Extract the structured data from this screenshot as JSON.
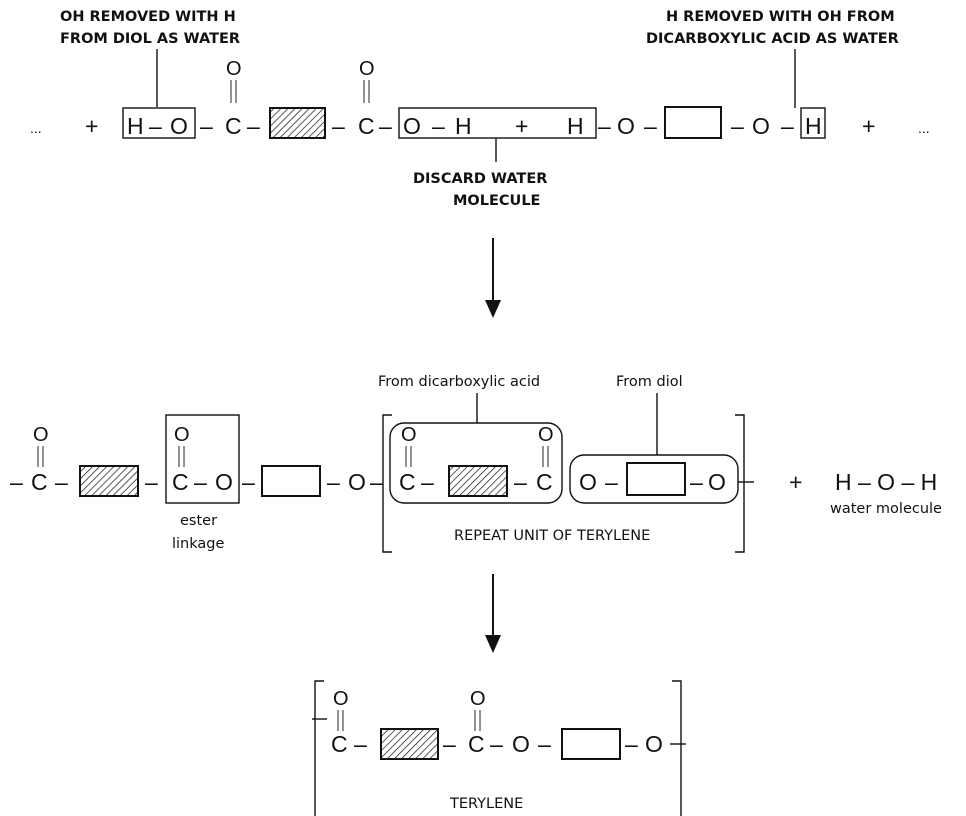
{
  "annotations": {
    "oh_removed": [
      "OH REMOVED WITH H",
      "FROM DIOL AS WATER"
    ],
    "h_removed": [
      "H REMOVED WITH OH FROM",
      "DICARBOXYLIC ACID AS WATER"
    ],
    "discard_water": [
      "DISCARD WATER",
      "MOLECULE"
    ],
    "from_dicarboxylic_acid": "From dicarboxylic acid",
    "from_diol": "From diol",
    "ester_linkage": [
      "ester",
      "linkage"
    ],
    "repeat_unit": "REPEAT UNIT OF TERYLENE",
    "water_molecule": "water molecule",
    "terylene": "TERYLENE"
  },
  "symbols": {
    "ellipsis": "...",
    "plus": "+",
    "dash": "–",
    "carbon": "C",
    "oxygen": "O",
    "hydrogen": "H",
    "water_formula": "H – O – H"
  }
}
